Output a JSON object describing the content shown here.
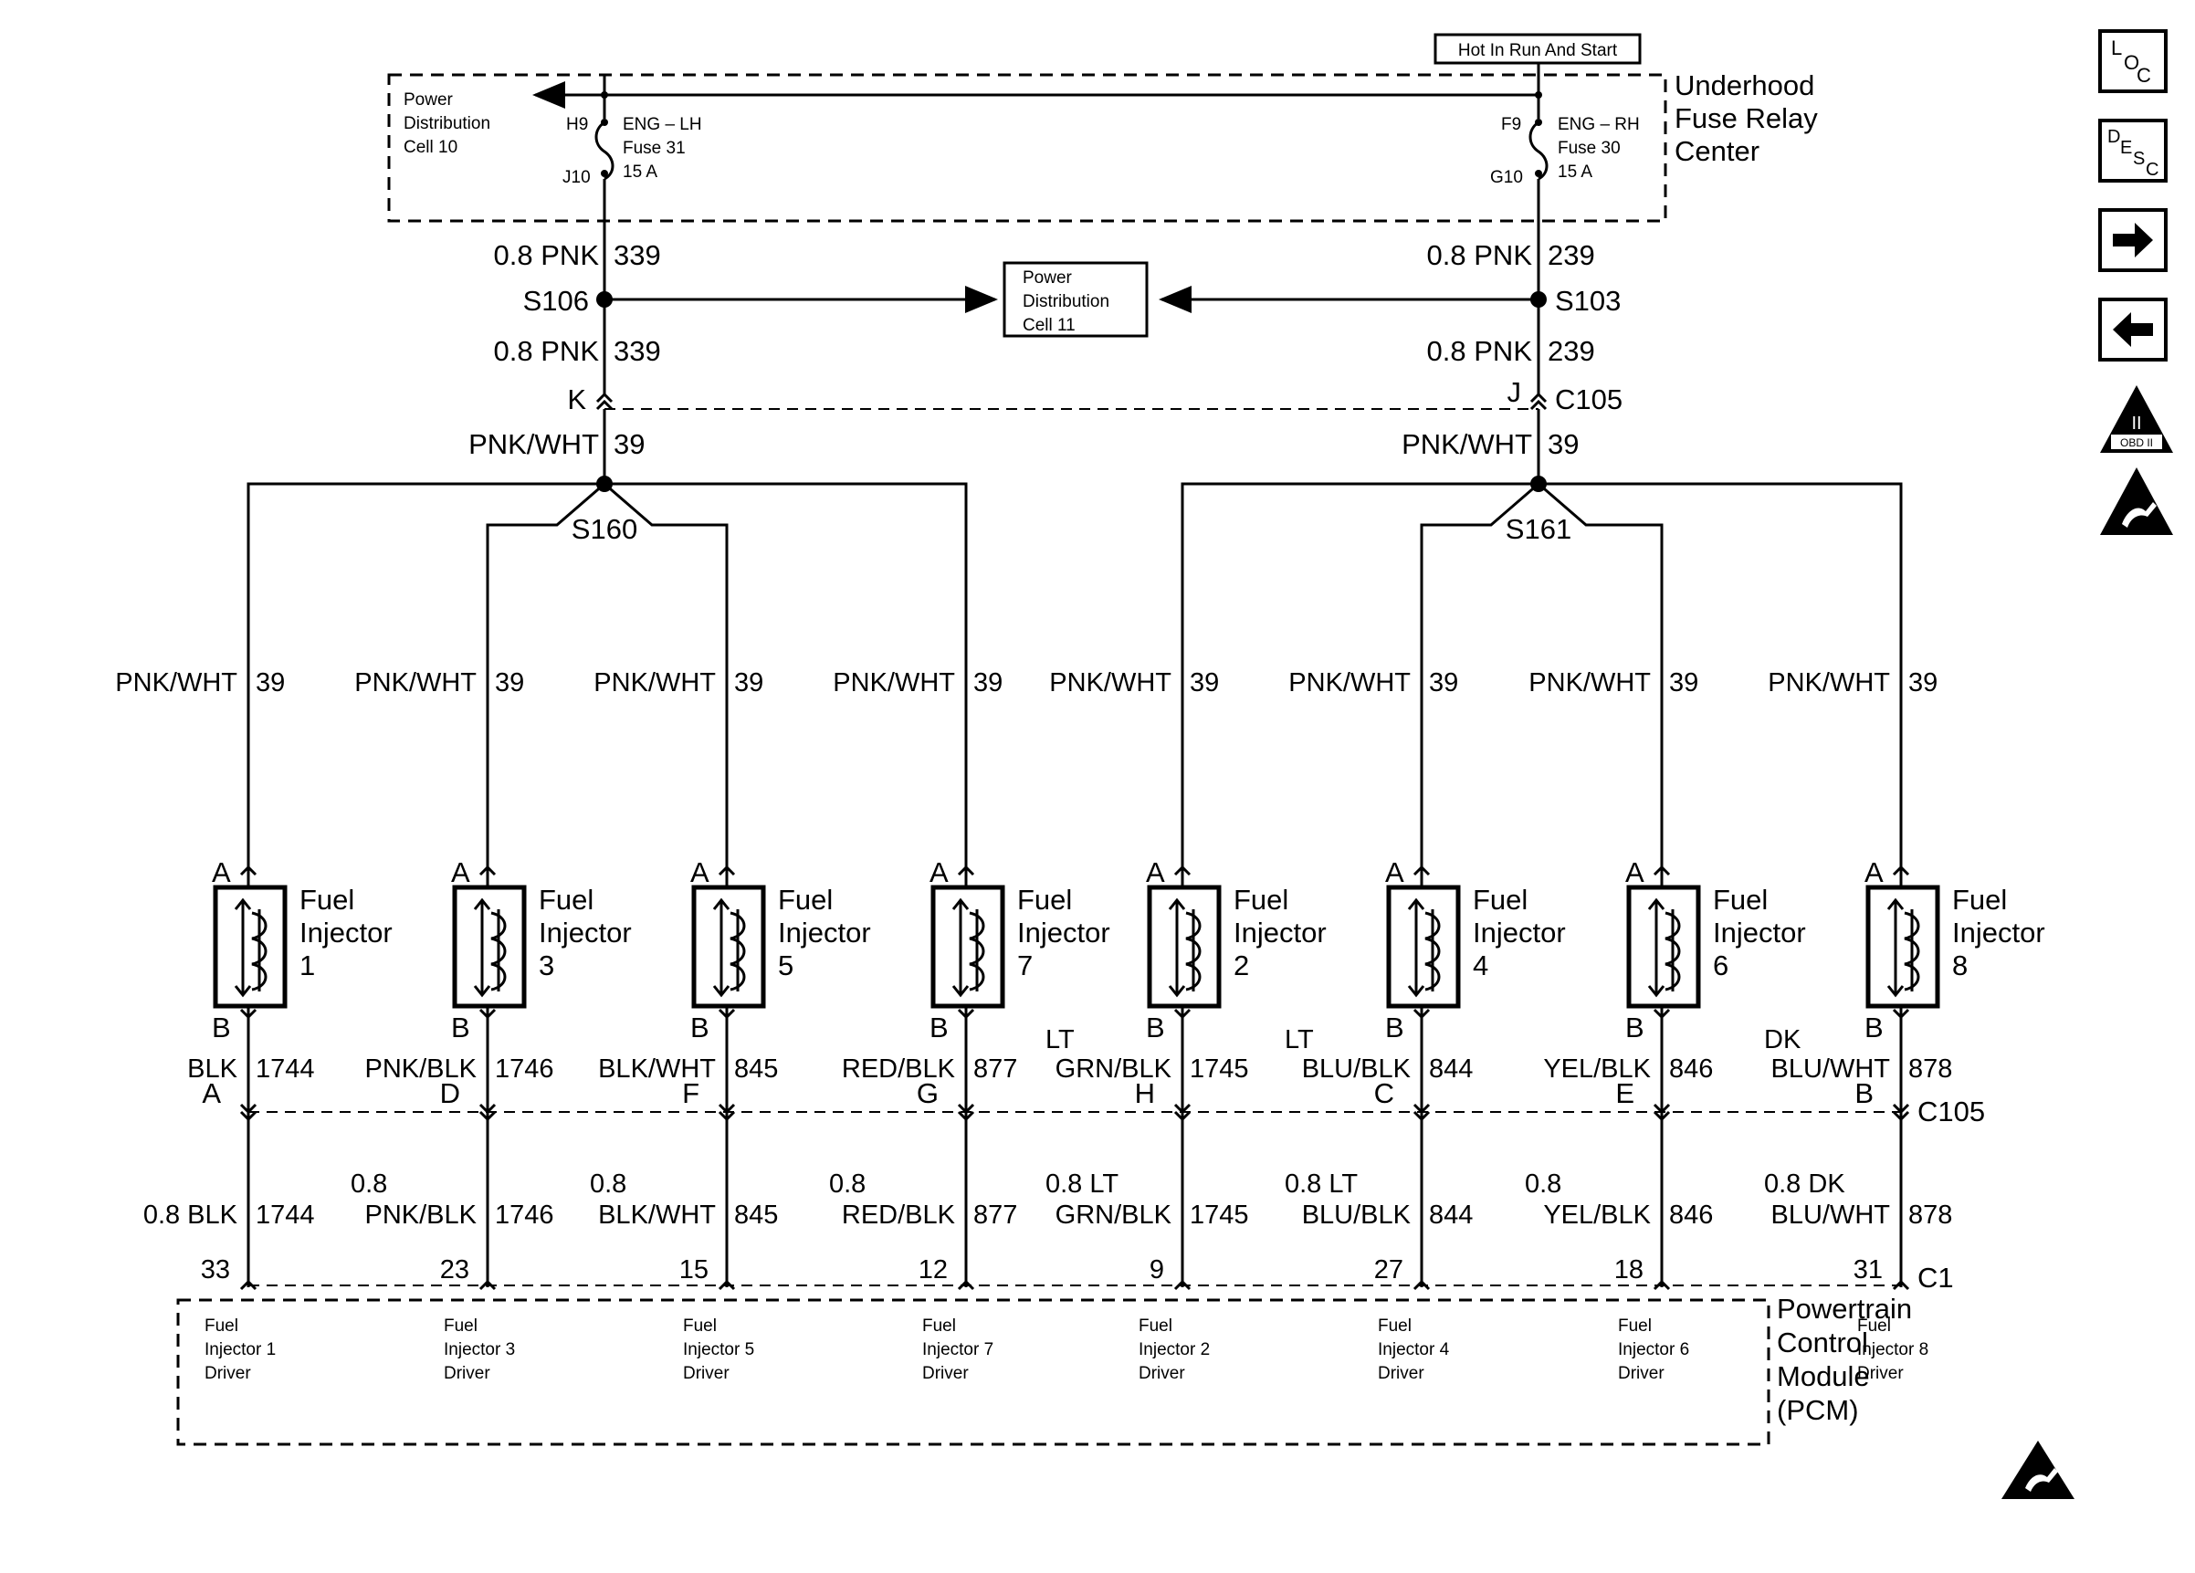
{
  "top_label": "Hot In Run And Start",
  "fuse_center": {
    "title": [
      "Underhood",
      "Fuse Relay",
      "Center"
    ]
  },
  "pd_cell10": [
    "Power",
    "Distribution",
    "Cell 10"
  ],
  "pd_cell11": [
    "Power",
    "Distribution",
    "Cell 11"
  ],
  "fuse_lh": {
    "pin_in": "H9",
    "pin_out": "J10",
    "name": "ENG – LH",
    "fuse": "Fuse 31",
    "rating": "15 A"
  },
  "fuse_rh": {
    "pin_in": "F9",
    "pin_out": "G10",
    "name": "ENG – RH",
    "fuse": "Fuse 30",
    "rating": "15 A"
  },
  "left_feed": {
    "wire_upper": "0.8 PNK",
    "circuit_upper": "339",
    "splice": "S106",
    "wire_lower": "0.8 PNK",
    "circuit_lower": "339",
    "pin": "K"
  },
  "right_feed": {
    "wire_upper": "0.8 PNK",
    "circuit_upper": "239",
    "splice": "S103",
    "wire_lower": "0.8 PNK",
    "circuit_lower": "239",
    "pin": "J"
  },
  "connector_top": "C105",
  "bus_left": {
    "wire": "PNK/WHT",
    "circuit": "39",
    "splice": "S160"
  },
  "bus_right": {
    "wire": "PNK/WHT",
    "circuit": "39",
    "splice": "S161"
  },
  "branch_wire": "PNK/WHT",
  "branch_circuit": "39",
  "pin_a": "A",
  "pin_b": "B",
  "fuel_label": "Fuel",
  "injector_label": "Injector",
  "injectors": [
    {
      "num": "1",
      "wire_prefix": "",
      "wire": "BLK",
      "circuit": "1744",
      "c105_pin": "A",
      "pcm_wire_prefix": "",
      "pcm_wire": "0.8 BLK",
      "pcm_pin": "33",
      "driver": [
        "Fuel",
        "Injector 1",
        "Driver"
      ]
    },
    {
      "num": "3",
      "wire_prefix": "",
      "wire": "PNK/BLK",
      "circuit": "1746",
      "c105_pin": "D",
      "pcm_wire_prefix": "0.8",
      "pcm_wire": "PNK/BLK",
      "pcm_pin": "23",
      "driver": [
        "Fuel",
        "Injector 3",
        "Driver"
      ]
    },
    {
      "num": "5",
      "wire_prefix": "",
      "wire": "BLK/WHT",
      "circuit": "845",
      "c105_pin": "F",
      "pcm_wire_prefix": "0.8",
      "pcm_wire": "BLK/WHT",
      "pcm_pin": "15",
      "driver": [
        "Fuel",
        "Injector 5",
        "Driver"
      ]
    },
    {
      "num": "7",
      "wire_prefix": "",
      "wire": "RED/BLK",
      "circuit": "877",
      "c105_pin": "G",
      "pcm_wire_prefix": "0.8",
      "pcm_wire": "RED/BLK",
      "pcm_pin": "12",
      "driver": [
        "Fuel",
        "Injector 7",
        "Driver"
      ]
    },
    {
      "num": "2",
      "wire_prefix": "LT",
      "wire": "GRN/BLK",
      "circuit": "1745",
      "c105_pin": "H",
      "pcm_wire_prefix": "0.8 LT",
      "pcm_wire": "GRN/BLK",
      "pcm_pin": "9",
      "driver": [
        "Fuel",
        "Injector 2",
        "Driver"
      ]
    },
    {
      "num": "4",
      "wire_prefix": "LT",
      "wire": "BLU/BLK",
      "circuit": "844",
      "c105_pin": "C",
      "pcm_wire_prefix": "0.8 LT",
      "pcm_wire": "BLU/BLK",
      "pcm_pin": "27",
      "driver": [
        "Fuel",
        "Injector 4",
        "Driver"
      ]
    },
    {
      "num": "6",
      "wire_prefix": "",
      "wire": "YEL/BLK",
      "circuit": "846",
      "c105_pin": "E",
      "pcm_wire_prefix": "0.8",
      "pcm_wire": "YEL/BLK",
      "pcm_pin": "18",
      "driver": [
        "Fuel",
        "Injector 6",
        "Driver"
      ]
    },
    {
      "num": "8",
      "wire_prefix": "DK",
      "wire": "BLU/WHT",
      "circuit": "878",
      "c105_pin": "B",
      "pcm_wire_prefix": "0.8 DK",
      "pcm_wire": "BLU/WHT",
      "pcm_pin": "31",
      "driver": [
        "Fuel",
        "Injector 8",
        "Driver"
      ]
    }
  ],
  "connector_mid": "C105",
  "connector_pcm": "C1",
  "pcm": {
    "title": [
      "Powertrain",
      "Control",
      "Module",
      "(PCM)"
    ]
  },
  "nav": {
    "loc": {
      "l": "L",
      "o": "O",
      "c": "C"
    },
    "desc": {
      "d": "D",
      "e": "E",
      "s": "S",
      "c": "C"
    },
    "obd": {
      "roman": "II",
      "label": "OBD II"
    }
  },
  "icons": [
    "location-icon",
    "description-icon",
    "arrow-right-icon",
    "arrow-left-icon",
    "obd-ii-icon",
    "esd-warning-icon"
  ]
}
